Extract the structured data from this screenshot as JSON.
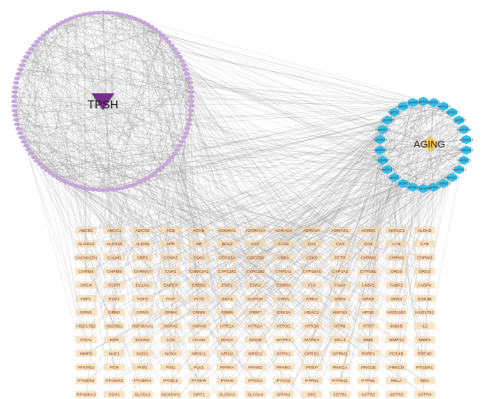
{
  "colors": {
    "edge": "#8c8c8c",
    "compound_node": "#c9a8dd",
    "compound_ring": "#b892d0",
    "tpsh_hub": "#7b2d8e",
    "aging_hub": "#f2c94c",
    "pathway_node": "#38bfe8",
    "target_node": "#f2cf9a",
    "target_text": "#8a3b16"
  },
  "icons": {
    "tpsh": "inverted-triangle",
    "aging": "diamond",
    "pathway": "hexagon",
    "target": "rounded-rectangle"
  },
  "hubs": {
    "tpsh": "TPSH",
    "aging": "AGING"
  },
  "compound_count": 120,
  "pathway_labels": [
    "hsa05200",
    "hsa04151",
    "hsa05163",
    "hsa04010",
    "hsa05205",
    "hsa04066",
    "hsa04014",
    "hsa04015",
    "hsa05215",
    "hsa05161",
    "hsa04510",
    "hsa04933",
    "hsa05165",
    "hsa04640",
    "hsa04630",
    "hsa05418",
    "hsa04218",
    "hsa01521",
    "hsa04080",
    "hsa05010",
    "hsa04024",
    "hsa04921",
    "hsa04926",
    "hsa05212",
    "hsa05417",
    "hsa04068"
  ],
  "targets": [
    "ABCB1",
    "ABCC1",
    "ABCG2",
    "ACE",
    "ACHE",
    "ADORA1",
    "ADORA2A",
    "ADRA1A",
    "ADRA2A",
    "ADRA2C",
    "ADRB1",
    "AKR1C3",
    "ALDH2",
    "ALOX12",
    "ALOX15",
    "ALOX5",
    "APP",
    "AR",
    "BCL2",
    "CAT",
    "CA12",
    "CA2",
    "CA3",
    "CA4",
    "CA6",
    "CA9",
    "CACNA2D1",
    "CALM1",
    "CBR1",
    "CCNA2",
    "CD81",
    "CDC25A",
    "CDC25B",
    "CDK1",
    "CDK5",
    "CFTR",
    "CHRM1",
    "CHRM2",
    "CHRM3",
    "CHRM4",
    "CHRM5",
    "CHRNA7",
    "CNR1",
    "CSNK2A1",
    "CYP11B1",
    "CYP11B2",
    "CYP1A1",
    "CYP19A1",
    "CYP1A2",
    "CYP1B1",
    "DRD2",
    "DRD3",
    "DRD4",
    "EGFR",
    "EGLN1",
    "ENPEP",
    "ERBB2",
    "ESR1",
    "ESR2",
    "ESRRA",
    "F10",
    "FAAH",
    "FABP1",
    "FABP2",
    "FABP4",
    "FBP1",
    "FGF1",
    "FGF2",
    "FHIT",
    "FLT3",
    "GBA2",
    "GAPDH",
    "GRK1",
    "GRK2",
    "GRK5",
    "GRK6",
    "GRK3",
    "GSK3B",
    "GRM1",
    "GRM2",
    "GRM3",
    "GRM4",
    "GRM5",
    "GRM6",
    "GRM7",
    "GSK3A",
    "HDAC1",
    "HMOX1",
    "HPSE",
    "HSD11B1",
    "HSD17B1",
    "HSD17B2",
    "HSD3B1",
    "HSP90AA1",
    "HSPA5",
    "HSPA8",
    "HTR1A",
    "HTR2A",
    "HTR2C",
    "HTR3A",
    "HTR6",
    "HTR7",
    "IKBKB",
    "IL2",
    "ITGAL",
    "KDR",
    "KCNH2",
    "LCK",
    "LTA4H",
    "MAOA",
    "MAOB",
    "MAPK1",
    "MAPK3",
    "MCL1",
    "MME",
    "MMP13",
    "MMP2",
    "MMP9",
    "NAE1",
    "NOS2",
    "NOX4",
    "NR3C1",
    "NR1I2",
    "NR3C2",
    "NTRK1",
    "OPRD1",
    "OPRM1",
    "PARP1",
    "PDE4B",
    "PDE4D",
    "PFKFB3",
    "PGR",
    "PIM1",
    "PIN1",
    "PLK1",
    "PPARA",
    "PPARD",
    "PPARG",
    "PREP",
    "PRKCA",
    "PRKCB",
    "PRKCD",
    "PTGER1",
    "PTGER2",
    "PTGER3",
    "PTGER4",
    "PTGES",
    "PTGFR",
    "PTGIR",
    "PTGS1",
    "PTGS2",
    "PTPN1",
    "PTPN11",
    "PTPN2",
    "RELA",
    "REN",
    "RPS6KA3",
    "SGK1",
    "SLC6A2",
    "SIGMAR1",
    "SIRT1",
    "SLC6A3",
    "SLC6A4",
    "SPHK1",
    "SRC",
    "SSTR1",
    "SSTR2",
    "SSTR3",
    "SSTR4",
    "SSTR5",
    "SYK",
    "TBXA2R",
    "TERT",
    "TLR9",
    "TRPV1",
    "TYMS",
    "TNF",
    "UGT2B7",
    "VDR",
    "VEGFA"
  ]
}
